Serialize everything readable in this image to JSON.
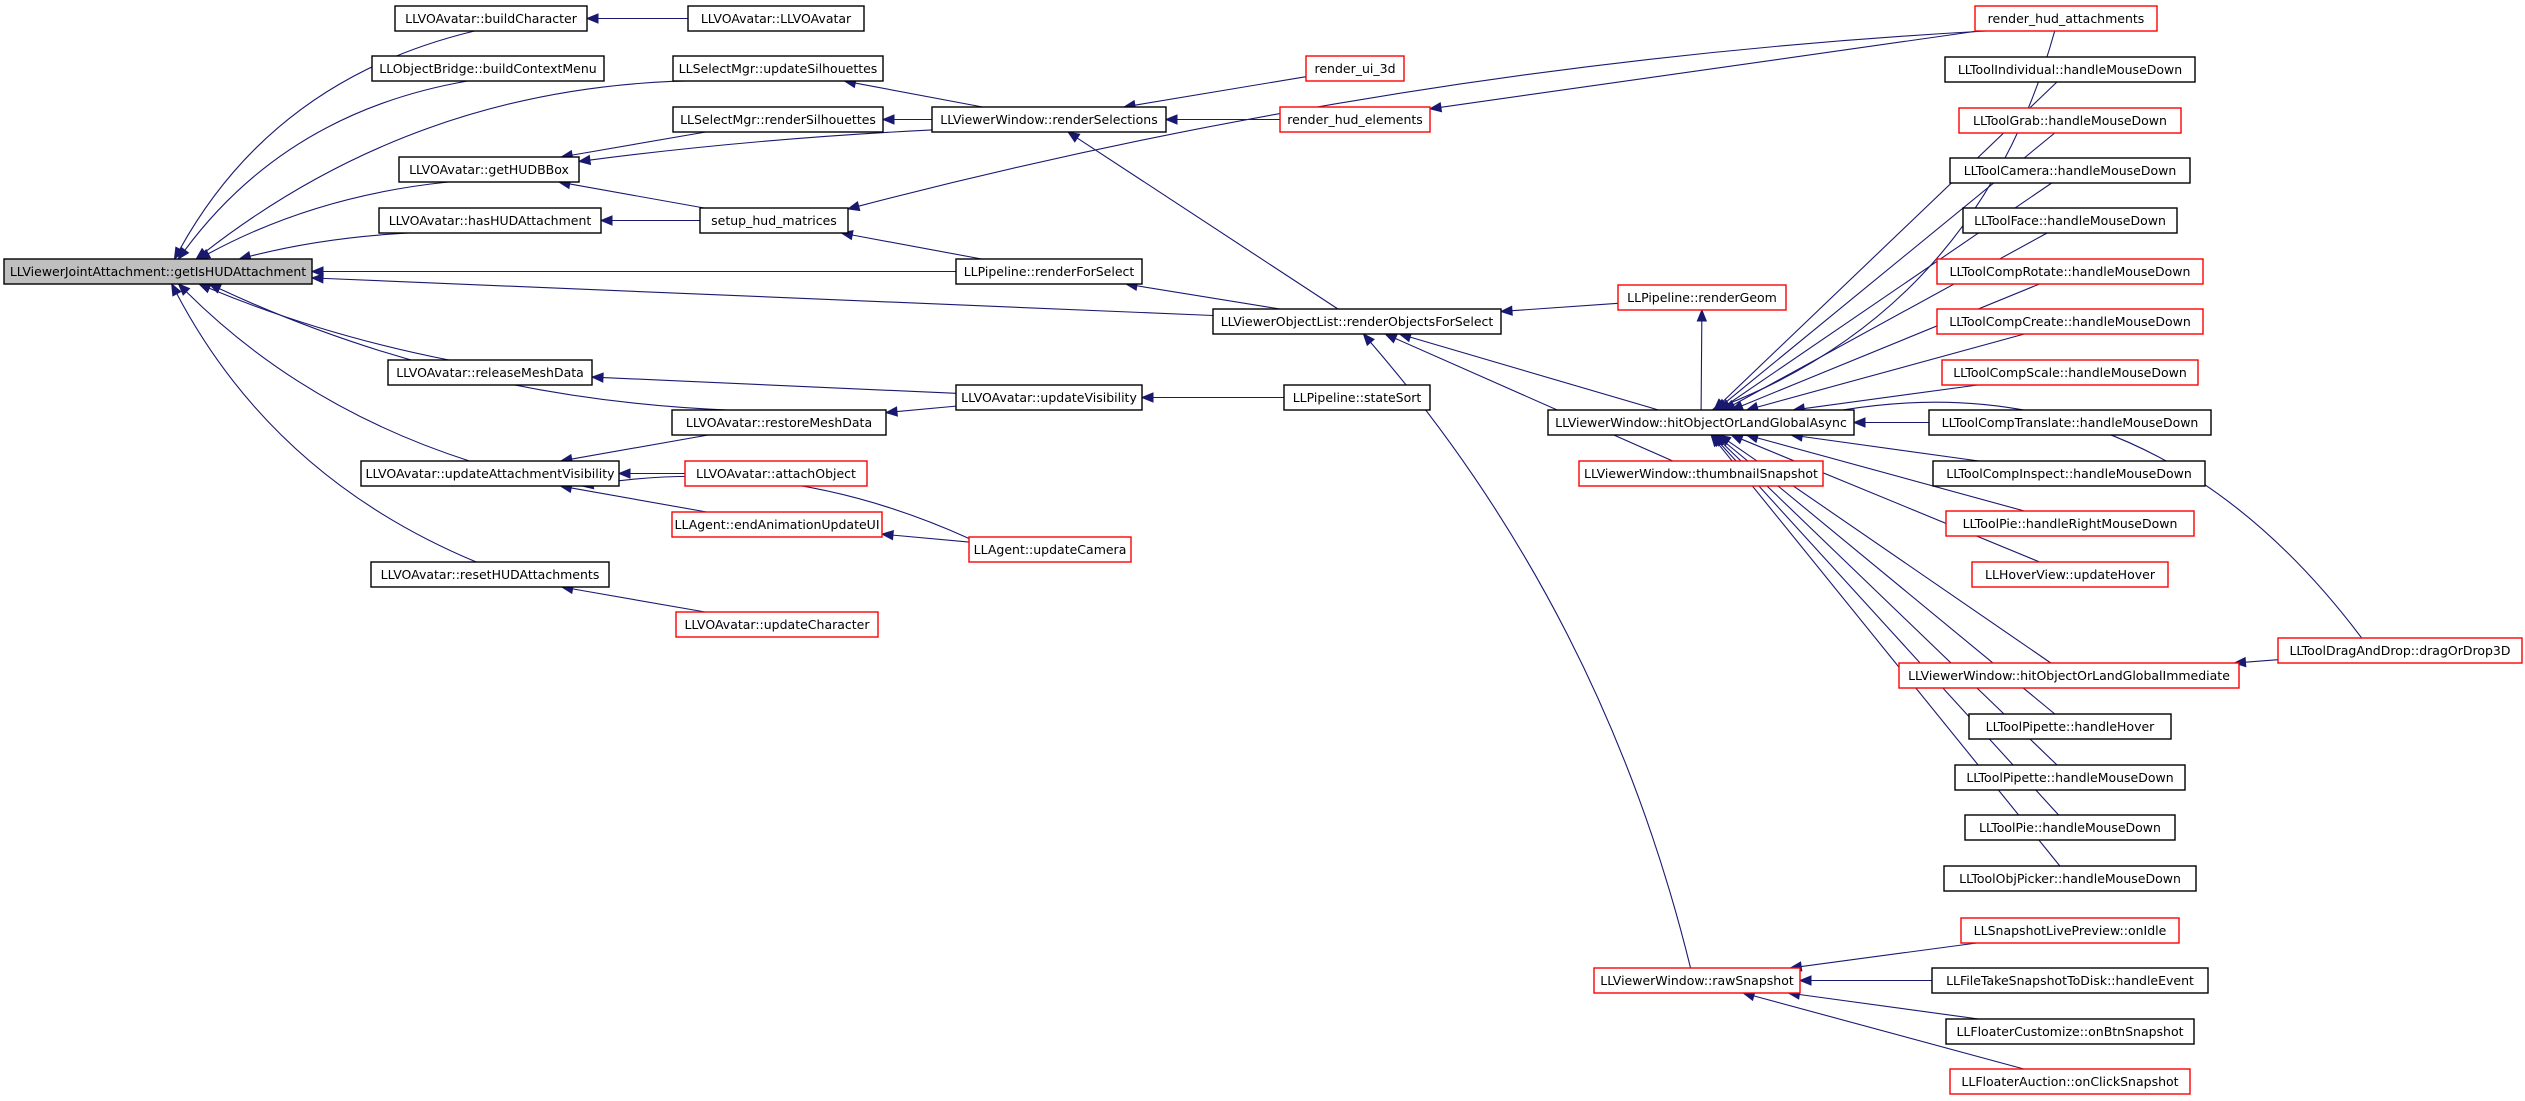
{
  "colors": {
    "edge": "#191970",
    "normal_border": "#000000",
    "truncated_border": "#ff0000",
    "root_fill": "#bfbfbf",
    "node_fill": "#ffffff"
  },
  "nodes": [
    {
      "id": "root",
      "label": "LLViewerJointAttachment::getIsHUDAttachment",
      "style": "root"
    },
    {
      "id": "buildCharacter",
      "label": "LLVOAvatar::buildCharacter",
      "style": "normal"
    },
    {
      "id": "llvoavatar",
      "label": "LLVOAvatar::LLVOAvatar",
      "style": "normal"
    },
    {
      "id": "buildContextMenu",
      "label": "LLObjectBridge::buildContextMenu",
      "style": "normal"
    },
    {
      "id": "updateSilhouettes",
      "label": "LLSelectMgr::updateSilhouettes",
      "style": "normal"
    },
    {
      "id": "renderSilhouettes",
      "label": "LLSelectMgr::renderSilhouettes",
      "style": "normal"
    },
    {
      "id": "getHUDBBox",
      "label": "LLVOAvatar::getHUDBBox",
      "style": "normal"
    },
    {
      "id": "hasHUDAttachment",
      "label": "LLVOAvatar::hasHUDAttachment",
      "style": "normal"
    },
    {
      "id": "setupHud",
      "label": "setup_hud_matrices",
      "style": "normal"
    },
    {
      "id": "renderSelections",
      "label": "LLViewerWindow::renderSelections",
      "style": "normal"
    },
    {
      "id": "renderUi3d",
      "label": "render_ui_3d",
      "style": "truncated"
    },
    {
      "id": "renderHudElements",
      "label": "render_hud_elements",
      "style": "truncated"
    },
    {
      "id": "renderHudAttachments",
      "label": "render_hud_attachments",
      "style": "truncated"
    },
    {
      "id": "renderForSelect",
      "label": "LLPipeline::renderForSelect",
      "style": "normal"
    },
    {
      "id": "renderObjectsForSelect",
      "label": "LLViewerObjectList::renderObjectsForSelect",
      "style": "normal"
    },
    {
      "id": "renderGeom",
      "label": "LLPipeline::renderGeom",
      "style": "truncated"
    },
    {
      "id": "releaseMeshData",
      "label": "LLVOAvatar::releaseMeshData",
      "style": "normal"
    },
    {
      "id": "updateVisibility",
      "label": "LLVOAvatar::updateVisibility",
      "style": "normal"
    },
    {
      "id": "stateSort",
      "label": "LLPipeline::stateSort",
      "style": "normal"
    },
    {
      "id": "restoreMeshData",
      "label": "LLVOAvatar::restoreMeshData",
      "style": "normal"
    },
    {
      "id": "updateAttachmentVisibility",
      "label": "LLVOAvatar::updateAttachmentVisibility",
      "style": "normal"
    },
    {
      "id": "attachObject",
      "label": "LLVOAvatar::attachObject",
      "style": "truncated"
    },
    {
      "id": "endAnimationUpdateUI",
      "label": "LLAgent::endAnimationUpdateUI",
      "style": "truncated"
    },
    {
      "id": "updateCamera",
      "label": "LLAgent::updateCamera",
      "style": "truncated"
    },
    {
      "id": "resetHUDAttachments",
      "label": "LLVOAvatar::resetHUDAttachments",
      "style": "normal"
    },
    {
      "id": "updateCharacter",
      "label": "LLVOAvatar::updateCharacter",
      "style": "truncated"
    },
    {
      "id": "hitAsync",
      "label": "LLViewerWindow::hitObjectOrLandGlobalAsync",
      "style": "normal"
    },
    {
      "id": "thumbnailSnapshot",
      "label": "LLViewerWindow::thumbnailSnapshot",
      "style": "truncated"
    },
    {
      "id": "rawSnapshot",
      "label": "LLViewerWindow::rawSnapshot",
      "style": "truncated"
    },
    {
      "id": "toolIndividual",
      "label": "LLToolIndividual::handleMouseDown",
      "style": "normal"
    },
    {
      "id": "toolGrab",
      "label": "LLToolGrab::handleMouseDown",
      "style": "truncated"
    },
    {
      "id": "toolCamera",
      "label": "LLToolCamera::handleMouseDown",
      "style": "normal"
    },
    {
      "id": "toolFace",
      "label": "LLToolFace::handleMouseDown",
      "style": "normal"
    },
    {
      "id": "toolCompRotate",
      "label": "LLToolCompRotate::handleMouseDown",
      "style": "truncated"
    },
    {
      "id": "toolCompCreate",
      "label": "LLToolCompCreate::handleMouseDown",
      "style": "truncated"
    },
    {
      "id": "toolCompScale",
      "label": "LLToolCompScale::handleMouseDown",
      "style": "truncated"
    },
    {
      "id": "toolCompTranslate",
      "label": "LLToolCompTranslate::handleMouseDown",
      "style": "normal"
    },
    {
      "id": "toolCompInspect",
      "label": "LLToolCompInspect::handleMouseDown",
      "style": "normal"
    },
    {
      "id": "toolPieRight",
      "label": "LLToolPie::handleRightMouseDown",
      "style": "truncated"
    },
    {
      "id": "hoverView",
      "label": "LLHoverView::updateHover",
      "style": "truncated"
    },
    {
      "id": "hitImmediate",
      "label": "LLViewerWindow::hitObjectOrLandGlobalImmediate",
      "style": "truncated"
    },
    {
      "id": "dragDrop",
      "label": "LLToolDragAndDrop::dragOrDrop3D",
      "style": "truncated"
    },
    {
      "id": "pipetteHover",
      "label": "LLToolPipette::handleHover",
      "style": "normal"
    },
    {
      "id": "pipetteMouse",
      "label": "LLToolPipette::handleMouseDown",
      "style": "normal"
    },
    {
      "id": "toolPieMouse",
      "label": "LLToolPie::handleMouseDown",
      "style": "normal"
    },
    {
      "id": "objPicker",
      "label": "LLToolObjPicker::handleMouseDown",
      "style": "normal"
    },
    {
      "id": "livePreview",
      "label": "LLSnapshotLivePreview::onIdle",
      "style": "truncated"
    },
    {
      "id": "fileTake",
      "label": "LLFileTakeSnapshotToDisk::handleEvent",
      "style": "normal"
    },
    {
      "id": "floaterCustomize",
      "label": "LLFloaterCustomize::onBtnSnapshot",
      "style": "normal"
    },
    {
      "id": "floaterAuction",
      "label": "LLFloaterAuction::onClickSnapshot",
      "style": "truncated"
    }
  ],
  "edges": [
    [
      "buildCharacter",
      "root"
    ],
    [
      "buildContextMenu",
      "root"
    ],
    [
      "updateSilhouettes",
      "root"
    ],
    [
      "getHUDBBox",
      "root"
    ],
    [
      "hasHUDAttachment",
      "root"
    ],
    [
      "renderForSelect",
      "root"
    ],
    [
      "renderObjectsForSelect",
      "root"
    ],
    [
      "releaseMeshData",
      "root"
    ],
    [
      "restoreMeshData",
      "root"
    ],
    [
      "updateAttachmentVisibility",
      "root"
    ],
    [
      "resetHUDAttachments",
      "root"
    ],
    [
      "llvoavatar",
      "buildCharacter"
    ],
    [
      "renderSelections",
      "updateSilhouettes"
    ],
    [
      "renderSilhouettes",
      "getHUDBBox"
    ],
    [
      "renderSelections",
      "getHUDBBox"
    ],
    [
      "setupHud",
      "getHUDBBox"
    ],
    [
      "setupHud",
      "hasHUDAttachment"
    ],
    [
      "renderSelections",
      "renderSilhouettes"
    ],
    [
      "renderHudAttachments",
      "setupHud"
    ],
    [
      "renderForSelect",
      "setupHud"
    ],
    [
      "renderUi3d",
      "renderSelections"
    ],
    [
      "renderHudElements",
      "renderSelections"
    ],
    [
      "renderObjectsForSelect",
      "renderSelections"
    ],
    [
      "renderHudAttachments",
      "renderHudElements"
    ],
    [
      "renderObjectsForSelect",
      "renderForSelect"
    ],
    [
      "renderGeom",
      "renderObjectsForSelect"
    ],
    [
      "hitAsync",
      "renderObjectsForSelect"
    ],
    [
      "thumbnailSnapshot",
      "renderObjectsForSelect"
    ],
    [
      "rawSnapshot",
      "renderObjectsForSelect"
    ],
    [
      "hitAsync",
      "renderGeom"
    ],
    [
      "updateVisibility",
      "releaseMeshData"
    ],
    [
      "updateVisibility",
      "restoreMeshData"
    ],
    [
      "stateSort",
      "updateVisibility"
    ],
    [
      "restoreMeshData",
      "updateAttachmentVisibility"
    ],
    [
      "attachObject",
      "updateAttachmentVisibility"
    ],
    [
      "endAnimationUpdateUI",
      "updateAttachmentVisibility"
    ],
    [
      "updateCamera",
      "updateAttachmentVisibility"
    ],
    [
      "updateCamera",
      "endAnimationUpdateUI"
    ],
    [
      "updateCharacter",
      "resetHUDAttachments"
    ],
    [
      "renderHudAttachments",
      "hitAsync"
    ],
    [
      "toolIndividual",
      "hitAsync"
    ],
    [
      "toolGrab",
      "hitAsync"
    ],
    [
      "toolCamera",
      "hitAsync"
    ],
    [
      "toolFace",
      "hitAsync"
    ],
    [
      "toolCompRotate",
      "hitAsync"
    ],
    [
      "toolCompCreate",
      "hitAsync"
    ],
    [
      "toolCompScale",
      "hitAsync"
    ],
    [
      "toolCompTranslate",
      "hitAsync"
    ],
    [
      "toolCompInspect",
      "hitAsync"
    ],
    [
      "toolPieRight",
      "hitAsync"
    ],
    [
      "hoverView",
      "hitAsync"
    ],
    [
      "dragDrop",
      "hitAsync"
    ],
    [
      "hitImmediate",
      "hitAsync"
    ],
    [
      "pipetteHover",
      "hitAsync"
    ],
    [
      "pipetteMouse",
      "hitAsync"
    ],
    [
      "toolPieMouse",
      "hitAsync"
    ],
    [
      "objPicker",
      "hitAsync"
    ],
    [
      "dragDrop",
      "hitImmediate"
    ],
    [
      "livePreview",
      "rawSnapshot"
    ],
    [
      "fileTake",
      "rawSnapshot"
    ],
    [
      "floaterCustomize",
      "rawSnapshot"
    ],
    [
      "floaterAuction",
      "rawSnapshot"
    ]
  ]
}
